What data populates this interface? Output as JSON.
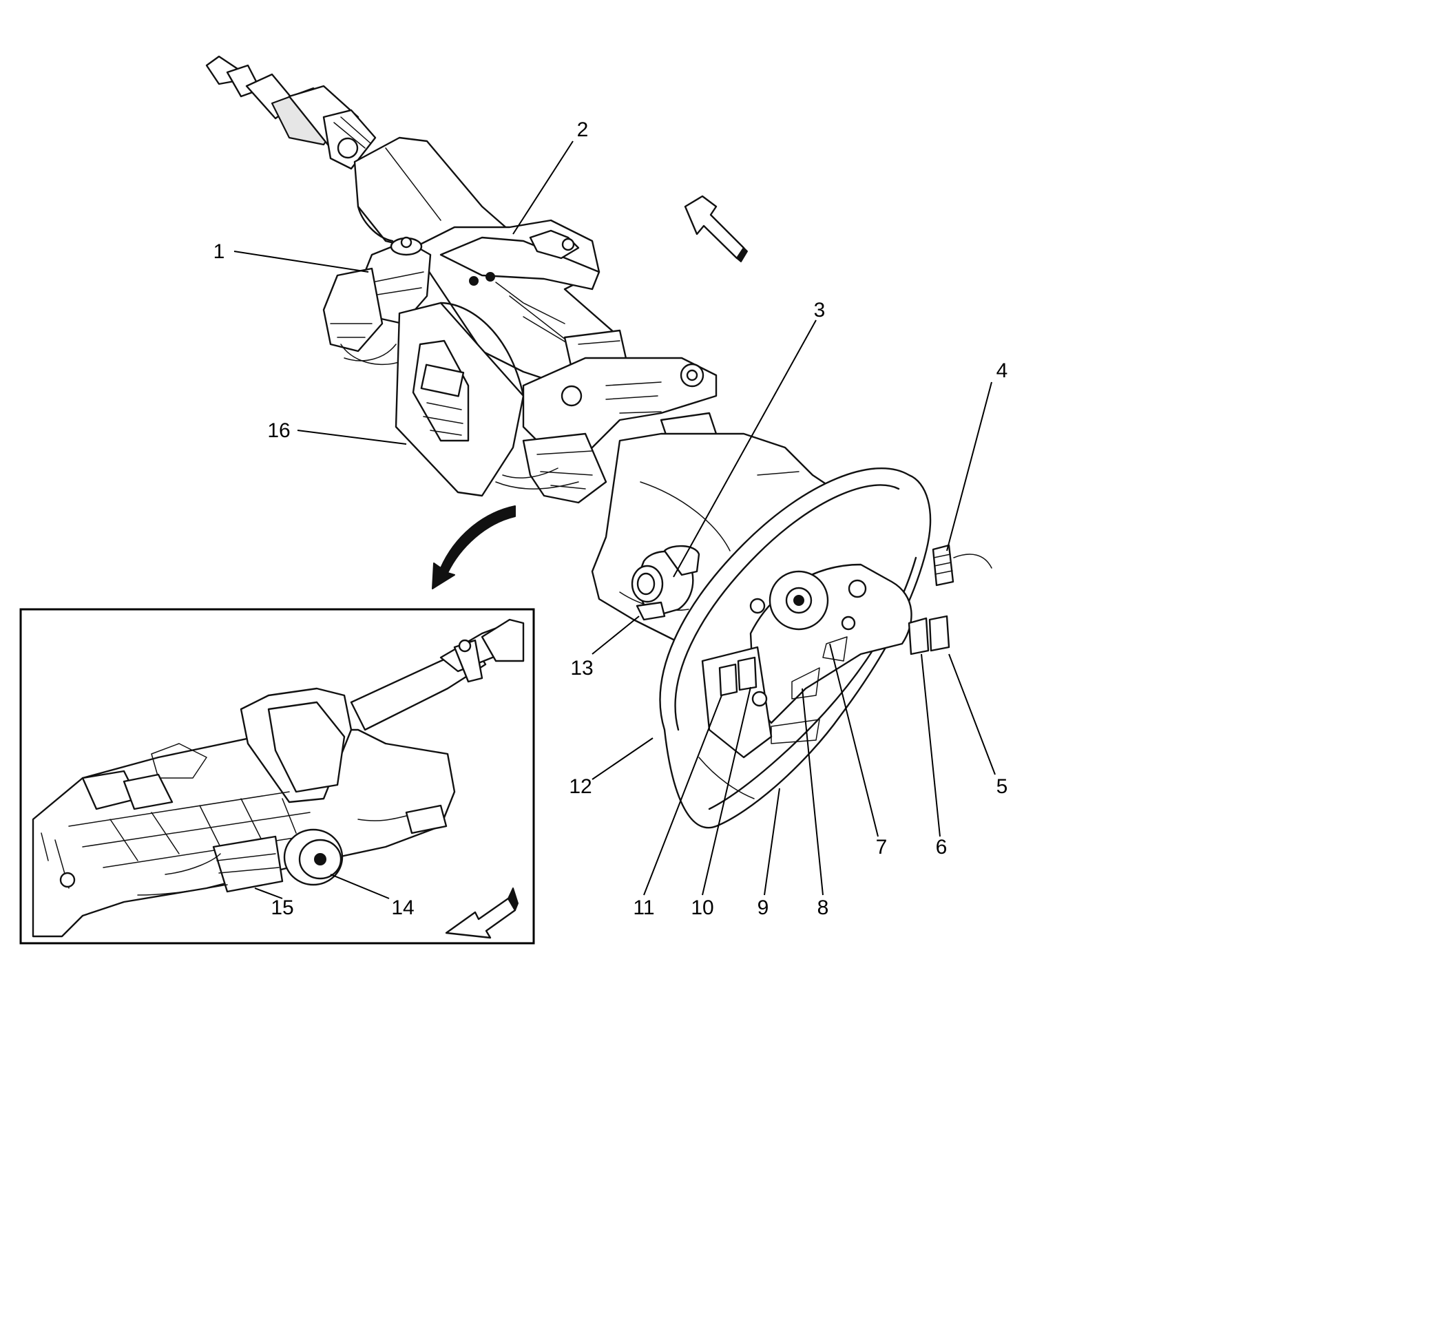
{
  "callouts": [
    {
      "id": "c1",
      "text": "1"
    },
    {
      "id": "c2",
      "text": "2"
    },
    {
      "id": "c3",
      "text": "3"
    },
    {
      "id": "c4",
      "text": "4"
    },
    {
      "id": "c5",
      "text": "5"
    },
    {
      "id": "c6",
      "text": "6"
    },
    {
      "id": "c7",
      "text": "7"
    },
    {
      "id": "c8",
      "text": "8"
    },
    {
      "id": "c9",
      "text": "9"
    },
    {
      "id": "c10",
      "text": "10"
    },
    {
      "id": "c11",
      "text": "11"
    },
    {
      "id": "c12",
      "text": "12"
    },
    {
      "id": "c13",
      "text": "13"
    },
    {
      "id": "c14",
      "text": "14"
    },
    {
      "id": "c15",
      "text": "15"
    },
    {
      "id": "c16",
      "text": "16"
    }
  ],
  "colors": {
    "line": "#111111",
    "background": "#ffffff",
    "shade": "#e6e6e6"
  }
}
